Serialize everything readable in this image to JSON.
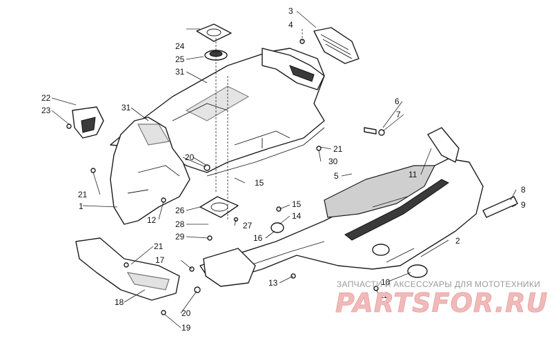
{
  "callouts": [
    "1",
    "2",
    "3",
    "4",
    "5",
    "6",
    "7",
    "8",
    "9",
    "10",
    "11",
    "12",
    "12",
    "13",
    "14",
    "15",
    "15",
    "16",
    "17",
    "18",
    "19",
    "20",
    "20",
    "21",
    "21",
    "21",
    "22",
    "23",
    "24",
    "25",
    "26",
    "27",
    "28",
    "29",
    "30",
    "31",
    "31"
  ],
  "watermark": {
    "tagline": "ЗАПЧАСТИ И АКСЕССУАРЫ ДЛЯ МОТОТЕХНИКИ",
    "logo": "PARTSFOR.RU"
  },
  "colors": {
    "line": "#1a1a1a",
    "shade": "#cfcfcf",
    "watermark": "#f2b9b9"
  }
}
